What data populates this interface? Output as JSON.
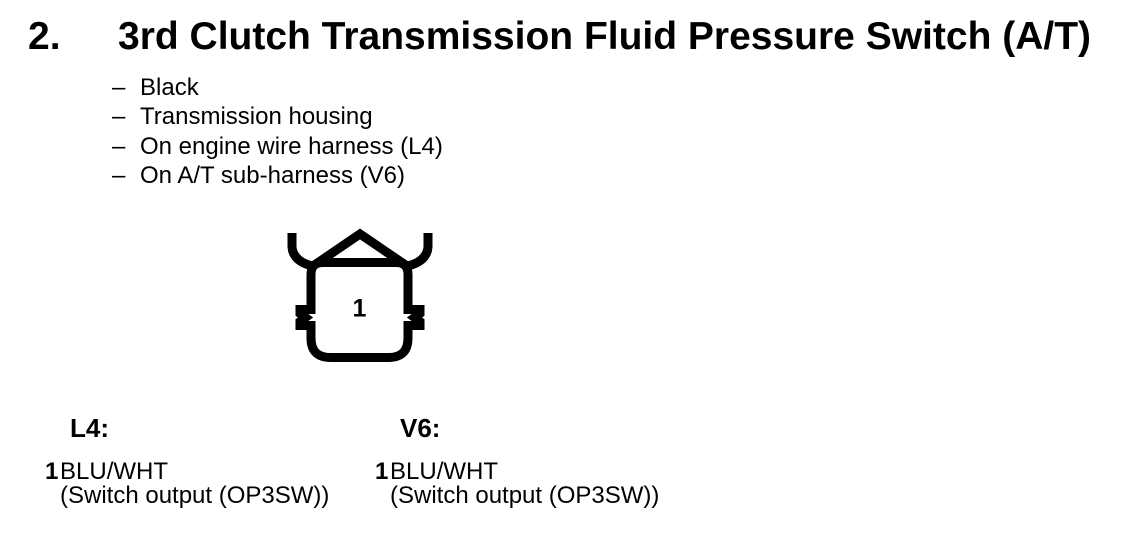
{
  "section": {
    "number": "2.",
    "title": "3rd Clutch Transmission Fluid Pressure Switch (A/T)",
    "bullet_char": "–",
    "properties": [
      "Black",
      "Transmission housing",
      "On engine wire harness (L4)",
      "On A/T sub-harness (V6)"
    ]
  },
  "connector": {
    "pin_label": "1"
  },
  "pinouts": [
    {
      "engine": "L4:",
      "pins": [
        {
          "number": "1",
          "wire": "BLU/WHT",
          "function": "(Switch output (OP3SW))"
        }
      ]
    },
    {
      "engine": "V6:",
      "pins": [
        {
          "number": "1",
          "wire": "BLU/WHT",
          "function": "(Switch output (OP3SW))"
        }
      ]
    }
  ],
  "colors": {
    "text": "#000000",
    "background": "#ffffff",
    "line": "#000000"
  }
}
